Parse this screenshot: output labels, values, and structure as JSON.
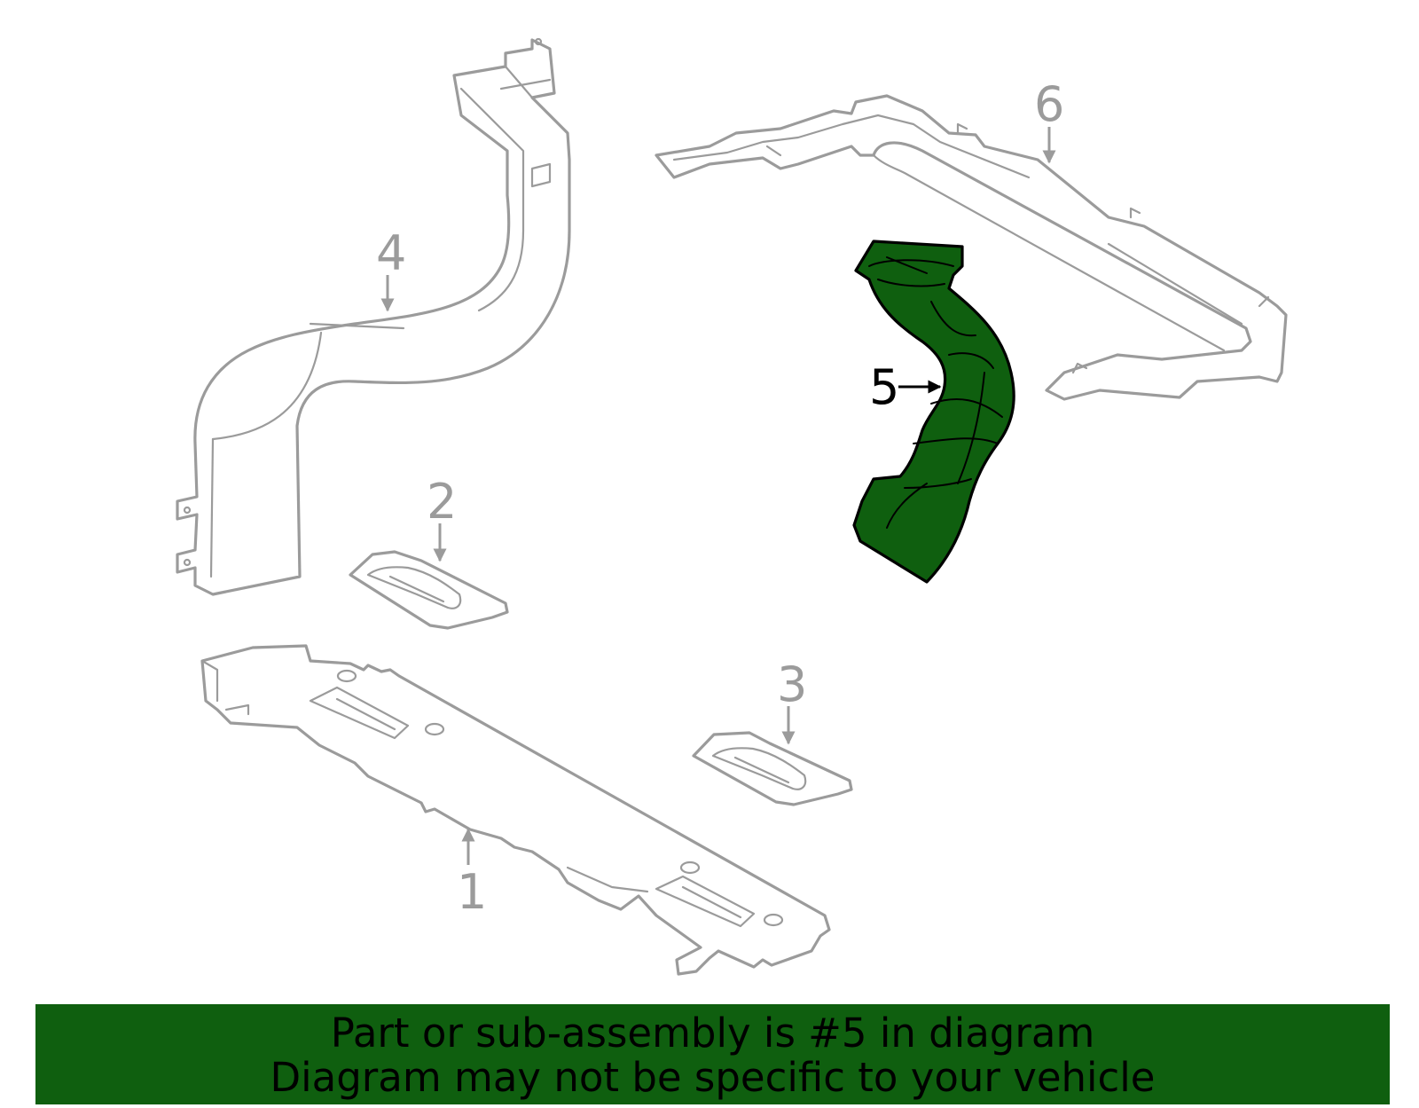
{
  "callouts": {
    "c1": "1",
    "c2": "2",
    "c3": "3",
    "c4": "4",
    "c5": "5",
    "c6": "6"
  },
  "highlighted_part": "5",
  "colors": {
    "highlight": "#0f5f0f",
    "outline": "#9b9b9b",
    "banner": "#0f5f0f"
  },
  "banner": {
    "line1": "Part or sub-assembly is #5 in diagram",
    "line2": "Diagram may not be specific to your vehicle"
  }
}
